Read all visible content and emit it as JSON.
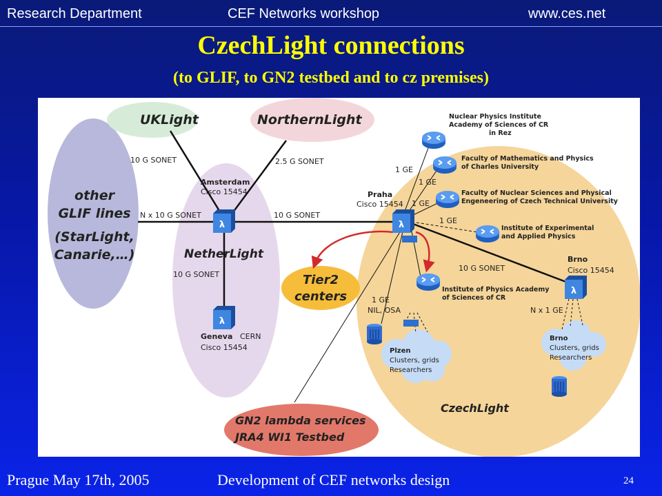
{
  "header": {
    "left": "Research Department",
    "center": "CEF Networks workshop",
    "right": "www.ces.net"
  },
  "title": "CzechLight connections",
  "subtitle": "(to GLIF, to GN2 testbed and to cz premises)",
  "diagram": {
    "clouds": {
      "ukl": "UKLight",
      "nl": "NorthernLight",
      "glif": [
        "other",
        "GLIF lines",
        "(StarLight,",
        "Canarie,…)"
      ],
      "netherlight": "NetherLight",
      "tier2": [
        "Tier2",
        "centers"
      ],
      "gn2": [
        "GN2 lambda services",
        "JRA4 WI1 Testbed"
      ],
      "czechlight": "CzechLight",
      "plzen": [
        "Plzen",
        "Clusters, grids",
        "Researchers"
      ],
      "brno_cloud": [
        "Brno",
        "Clusters, grids",
        "Researchers"
      ]
    },
    "nodes": {
      "amsterdam": [
        "Amsterdam",
        "Cisco 15454"
      ],
      "geneva": [
        "Geneva",
        "CERN",
        "Cisco 15454"
      ],
      "praha": [
        "Praha",
        "Cisco 15454"
      ],
      "brno": [
        "Brno",
        "Cisco 15454"
      ],
      "lambda": "λ"
    },
    "institutes": {
      "npi": [
        "Nuclear Physics Institute",
        "Academy of Sciences of CR",
        "in Rez"
      ],
      "mff": [
        "Faculty of Mathematics and Physics",
        "of Charles University"
      ],
      "fjfi": [
        "Faculty of Nuclear Sciences and Physical",
        "Engeneering of Czech Technical University"
      ],
      "ieap": [
        "Institute of Experimental",
        "and Applied Physics"
      ],
      "fzu": [
        "Institute of Physics Academy",
        "of Sciences of CR"
      ]
    },
    "links": {
      "uk": "10 G SONET",
      "nl": "2.5 G SONET",
      "glif": "N x 10 G SONET",
      "ams_praha": "10 G  SONET",
      "geneva": "10 G SONET",
      "ge1": "1 GE",
      "ge2": "1 GE",
      "ge3": "1 GE",
      "ge4": "1 GE",
      "brno": "10 G SONET",
      "plzen": [
        "1 GE",
        "NIL, OSA"
      ],
      "brno_lan": "N x 1 GE"
    }
  },
  "footer": {
    "left": "Prague May 17th, 2005",
    "center": "Development of CEF networks design",
    "page": "24"
  },
  "colors": {
    "background": "#0a1a9e",
    "title": "#ffff00",
    "ukl": "#d6ecd8",
    "nl": "#f3d6dc",
    "glif": "#b8b8dc",
    "netherlight": "#e6d8ec",
    "czechlight": "#f5d59a",
    "tier2": "#f6bd3b",
    "gn2": "#e2786a",
    "router": "#3b7ee0",
    "arrow": "#d22a2a"
  }
}
